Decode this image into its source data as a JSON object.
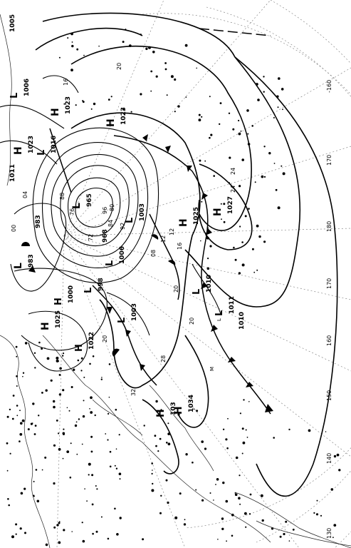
{
  "map": {
    "pressure_centers": [
      {
        "type": "H",
        "value": "1005"
      },
      {
        "type": "L",
        "value": "1006"
      },
      {
        "type": "H",
        "value": "1023"
      },
      {
        "type": "H",
        "value": "1023"
      },
      {
        "type": "L",
        "value": "1016"
      },
      {
        "type": "H",
        "value": "1023"
      },
      {
        "type": "H",
        "value": "1011"
      },
      {
        "type": "L",
        "value": "965"
      },
      {
        "type": "L",
        "value": "968"
      },
      {
        "type": "L",
        "value": "983"
      },
      {
        "type": "L",
        "value": "983"
      },
      {
        "type": "L",
        "value": "998"
      },
      {
        "type": "L",
        "value": "1006"
      },
      {
        "type": "L",
        "value": "1003"
      },
      {
        "type": "H",
        "value": "1000"
      },
      {
        "type": "H",
        "value": "1025"
      },
      {
        "type": "H",
        "value": "1022"
      },
      {
        "type": "L",
        "value": "1003"
      },
      {
        "type": "H",
        "value": "1025"
      },
      {
        "type": "H",
        "value": "1027"
      },
      {
        "type": "L",
        "value": "1010"
      },
      {
        "type": "L",
        "value": "1011"
      },
      {
        "type": "L",
        "value": "1010"
      },
      {
        "type": "H",
        "value": "103"
      },
      {
        "type": "H",
        "value": "1034"
      }
    ],
    "isobar_labels": [
      "20",
      "16",
      "12",
      "20",
      "24",
      "28",
      "32",
      "96",
      "92",
      "88",
      "84",
      "80",
      "76",
      "72",
      "04",
      "00",
      "08",
      "12",
      "16",
      "20",
      "24",
      "20"
    ],
    "longitude_labels": [
      "-160",
      "170",
      "180",
      "170",
      "160",
      "150",
      "140",
      "130"
    ],
    "small_labels": [
      "M",
      "L"
    ]
  }
}
